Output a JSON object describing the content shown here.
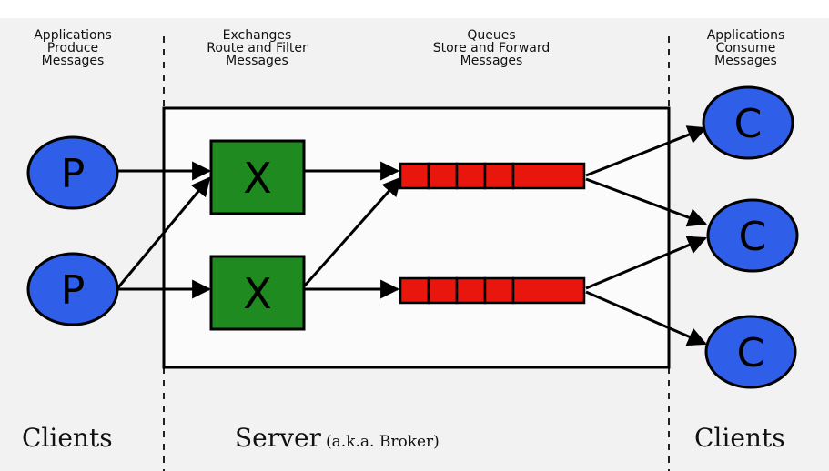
{
  "columns": {
    "producers": "Applications\nProduce\nMessages",
    "exchanges": "Exchanges\nRoute and Filter\nMessages",
    "queues": "Queues\nStore and Forward\nMessages",
    "consumers": "Applications\nConsume\nMessages"
  },
  "footer": {
    "clients_left": "Clients",
    "server": "Server",
    "server_note": "(a.k.a. Broker)",
    "clients_right": "Clients"
  },
  "nodes": {
    "producer_label": "P",
    "exchange_label": "X",
    "consumer_label": "C"
  },
  "colors": {
    "producer": "#2f5fe8",
    "consumer": "#2f5fe8",
    "exchange": "#1f8a1f",
    "queue": "#e8160c",
    "server_box": "#fbfbfb"
  }
}
